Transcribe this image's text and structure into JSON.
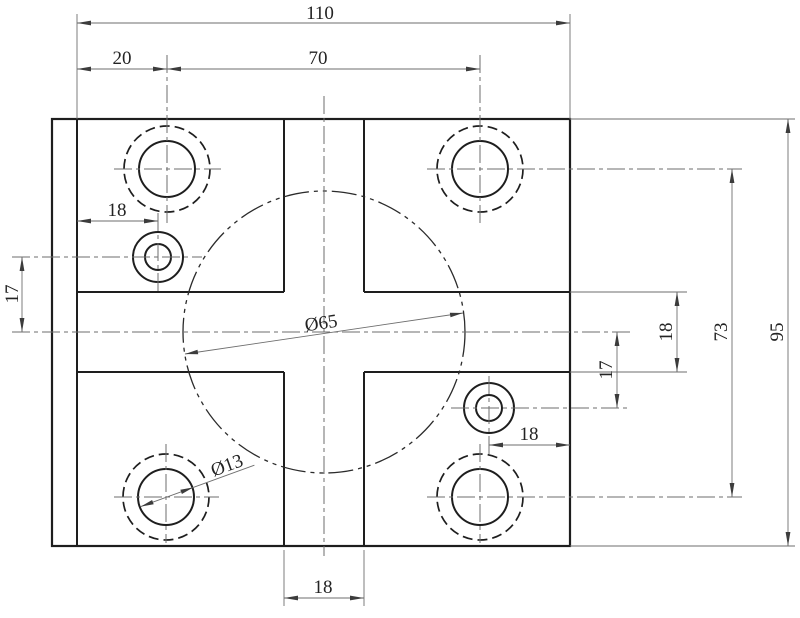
{
  "drawing": {
    "type": "engineering-drawing",
    "description": "Rectangular plate with open cross slot, four counterbored corner holes and two small pilot holes, orthographic top view with dimensions",
    "background": "#ffffff",
    "body_line_color": "#1e1e1e",
    "dim_line_color": "#6e6e6e",
    "text_color": "#232323",
    "labels": {
      "total_width": "110",
      "left_hole_offset": "20",
      "hole_span": "70",
      "ul_small_hole_x": "18",
      "ul_small_hole_y": "17",
      "total_height": "95",
      "hole_row_span": "73",
      "slot_height": "18",
      "lr_small_hole_y": "17",
      "lr_small_hole_x": "18",
      "slot_width": "18",
      "center_circle_dia": "Ø65",
      "corner_hole_dia": "Ø13"
    }
  }
}
